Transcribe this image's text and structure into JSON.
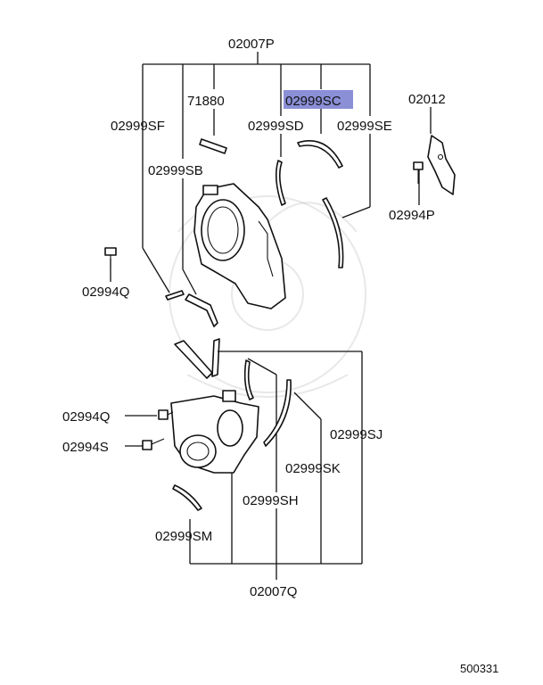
{
  "diagram": {
    "labels": {
      "l02007P": "02007P",
      "l71880": "71880",
      "l02999SC": "02999SC",
      "l02012": "02012",
      "l02999SF": "02999SF",
      "l02999SD": "02999SD",
      "l02999SE": "02999SE",
      "l02999SB": "02999SB",
      "l02994P": "02994P",
      "l02994Q_top": "02994Q",
      "l02994Q_low": "02994Q",
      "l02994S": "02994S",
      "l02999SJ": "02999SJ",
      "l02999SK": "02999SK",
      "l02999SH": "02999SH",
      "l02999SM": "02999SM",
      "l02007Q": "02007Q",
      "ref": "500331"
    },
    "highlight_color": "#8a8fd6"
  }
}
